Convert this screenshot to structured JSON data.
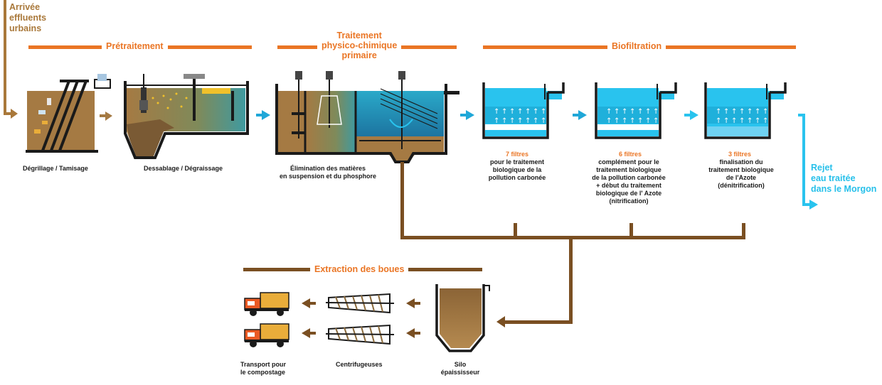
{
  "inlet_label": "Arrivée\neffluents\nurbains",
  "outlet_label": "Rejet\neau traitée\ndans le Morgon",
  "sections": {
    "pretreatment": "Prétraitement",
    "physico": "Traitement\nphysico-chimique\nprimaire",
    "biofiltration": "Biofiltration",
    "sludge": "Extraction des boues"
  },
  "steps": {
    "screening": "Dégrillage / Tamisage",
    "grit": "Dessablage / Dégraissage",
    "elimination": "Élimination des matières\nen suspension et du phosphore",
    "filter1_count": "7 filtres",
    "filter1_desc": "pour le traitement\nbiologique de la\npollution carbonée",
    "filter2_count": "6 filtres",
    "filter2_desc": "complément pour le\ntraitement biologique\nde la pollution carbonée\n+ début du traitement\nbiologique de l' Azote\n(nitrification)",
    "filter3_count": "3 filtres",
    "filter3_desc": "finalisation du\ntraitement biologique\nde l'Azote\n(dénitrification)",
    "transport": "Transport pour\nle compostage",
    "centrifuge": "Centrifugeuses",
    "silo": "Silo\népaississeur"
  },
  "colors": {
    "brown_line": "#7a4f22",
    "inlet_brown": "#a9783a",
    "orange": "#ea7524",
    "water_blue": "#29c3ee",
    "dark": "#1a1a1a",
    "sludge": "#a57a43",
    "arrow_blue": "#1fa7d8"
  }
}
